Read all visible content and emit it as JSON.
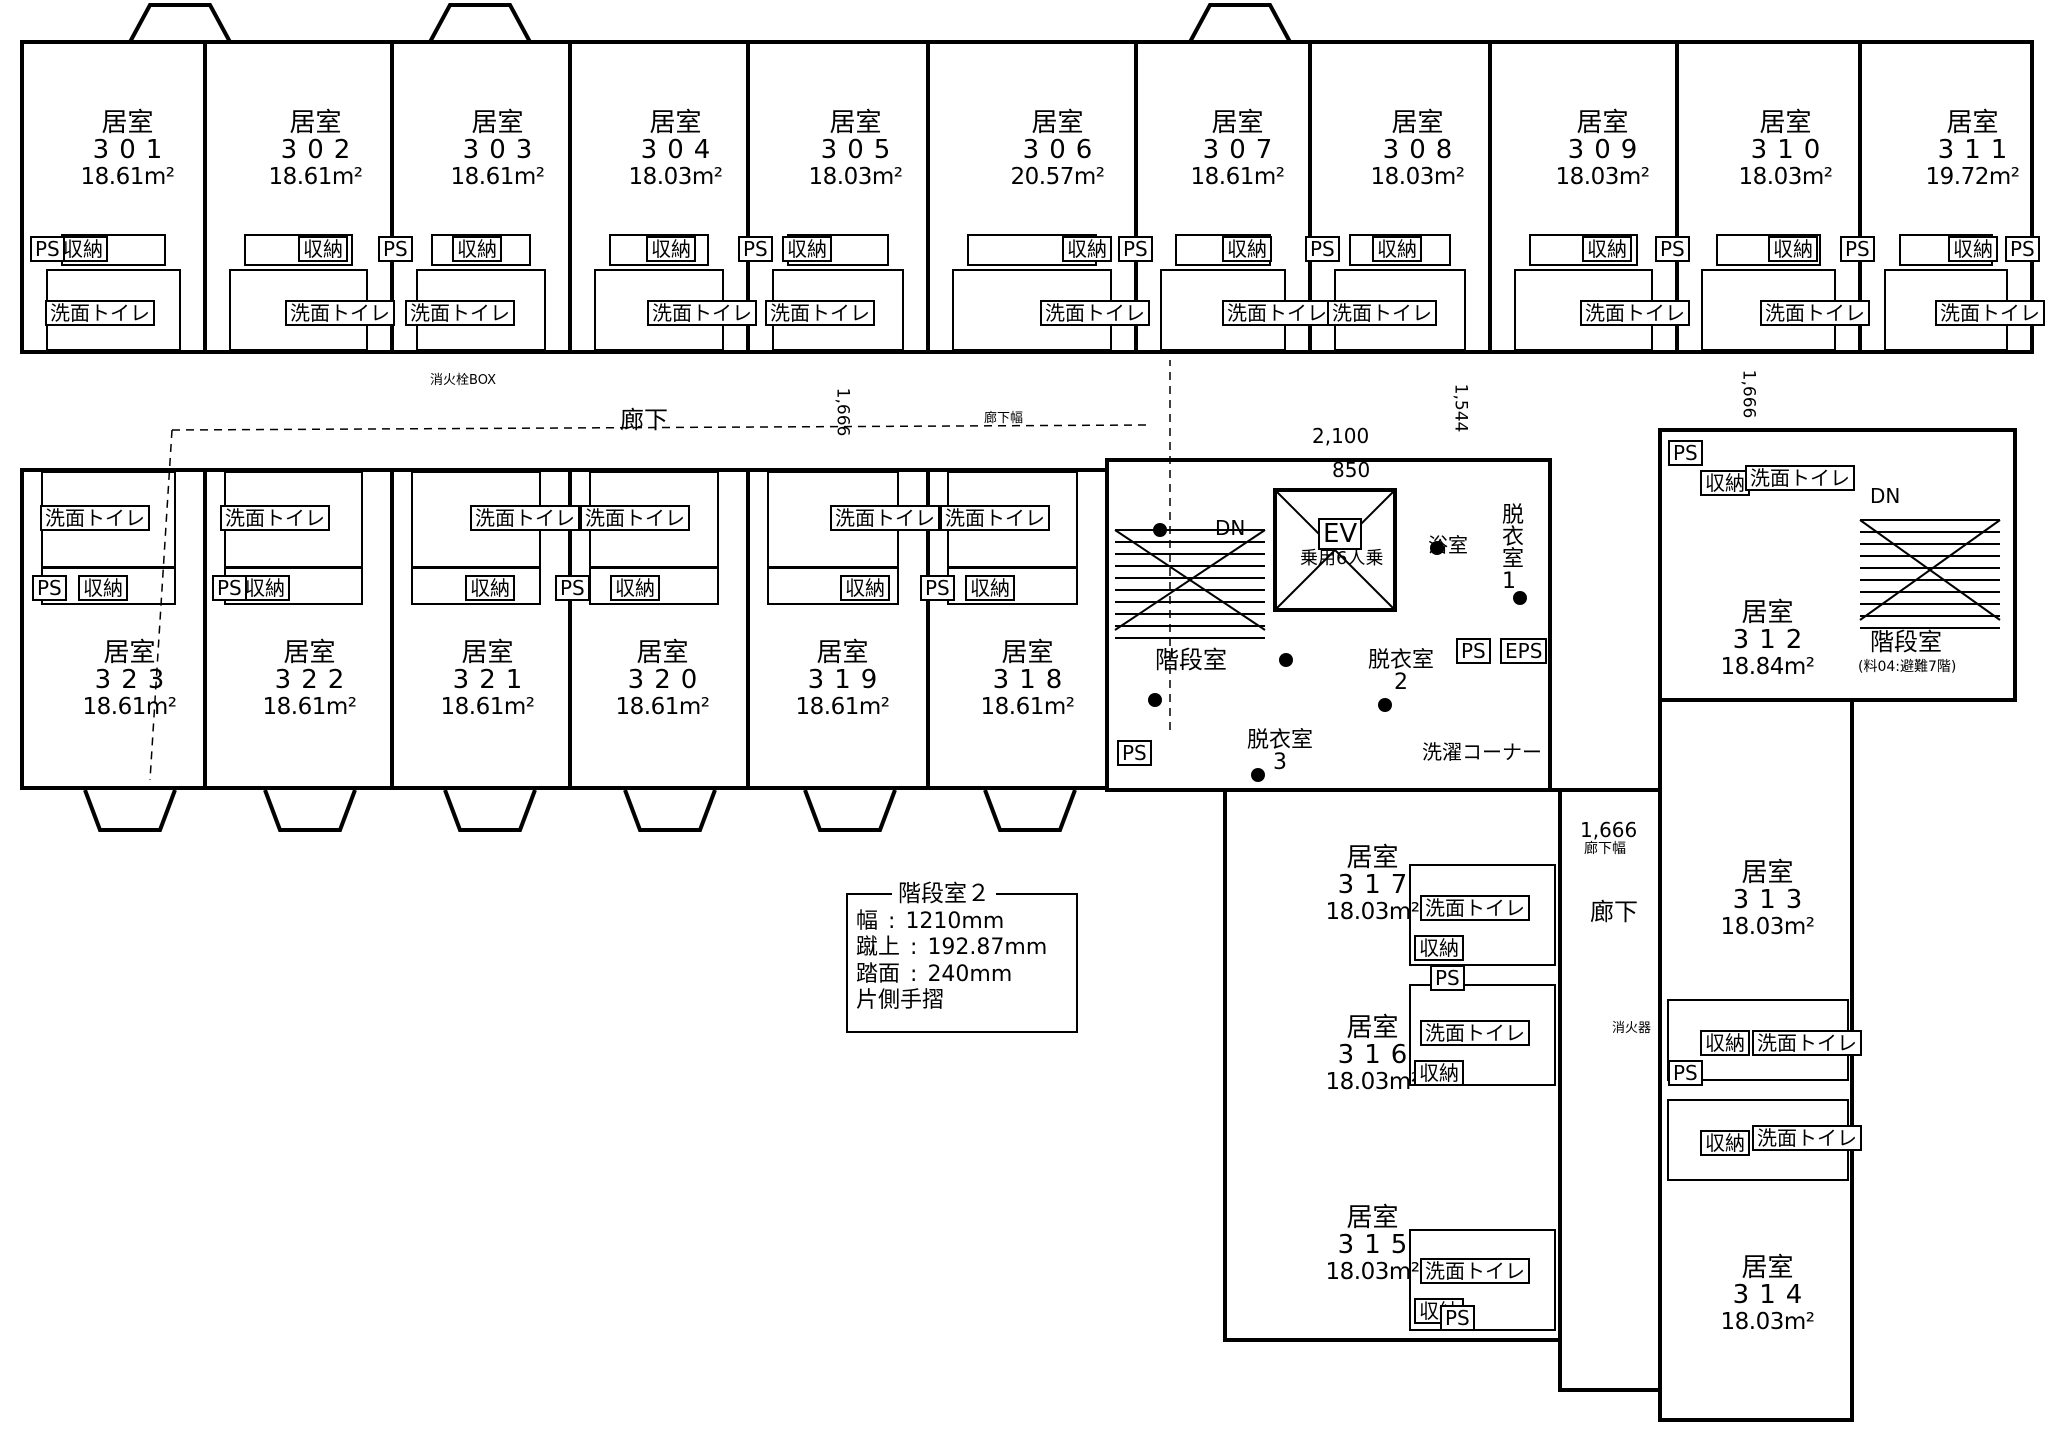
{
  "rooms": [
    {
      "title": "居室",
      "number": "301",
      "area": "18.61m²"
    },
    {
      "title": "居室",
      "number": "302",
      "area": "18.61m²"
    },
    {
      "title": "居室",
      "number": "303",
      "area": "18.61m²"
    },
    {
      "title": "居室",
      "number": "304",
      "area": "18.03m²"
    },
    {
      "title": "居室",
      "number": "305",
      "area": "18.03m²"
    },
    {
      "title": "居室",
      "number": "306",
      "area": "20.57m²"
    },
    {
      "title": "居室",
      "number": "307",
      "area": "18.61m²"
    },
    {
      "title": "居室",
      "number": "308",
      "area": "18.03m²"
    },
    {
      "title": "居室",
      "number": "309",
      "area": "18.03m²"
    },
    {
      "title": "居室",
      "number": "310",
      "area": "18.03m²"
    },
    {
      "title": "居室",
      "number": "311",
      "area": "19.72m²"
    },
    {
      "title": "居室",
      "number": "312",
      "area": "18.84m²"
    },
    {
      "title": "居室",
      "number": "313",
      "area": "18.03m²"
    },
    {
      "title": "居室",
      "number": "314",
      "area": "18.03m²"
    },
    {
      "title": "居室",
      "number": "315",
      "area": "18.03m²"
    },
    {
      "title": "居室",
      "number": "316",
      "area": "18.03m²"
    },
    {
      "title": "居室",
      "number": "317",
      "area": "18.03m²"
    },
    {
      "title": "居室",
      "number": "318",
      "area": "18.61m²"
    },
    {
      "title": "居室",
      "number": "319",
      "area": "18.61m²"
    },
    {
      "title": "居室",
      "number": "320",
      "area": "18.61m²"
    },
    {
      "title": "居室",
      "number": "321",
      "area": "18.61m²"
    },
    {
      "title": "居室",
      "number": "322",
      "area": "18.61m²"
    },
    {
      "title": "居室",
      "number": "323",
      "area": "18.61m²"
    }
  ],
  "fixtures": {
    "storage": "収納",
    "washroom_toilet": "洗面トイレ",
    "pipe_space": "PS",
    "eps": "EPS"
  },
  "labels": {
    "corridor": "廊下",
    "corridor_east": "廊下",
    "elevator": "EV",
    "elevator_sub": "乗用6人乗",
    "stair_room": "階段室",
    "stair_room_east": "階段室",
    "stair_note": "(料04:避難7階)",
    "down": "DN",
    "down_east": "DN",
    "dressing_1": "脱衣室 1",
    "dressing_2": "脱衣室 2",
    "dressing_3": "脱衣室 3",
    "bath": "浴室",
    "laundry_corner": "洗濯コーナー",
    "fire_hydrant": "消火栓BOX",
    "fire_hydrant_2": "消火器",
    "corridor_width": "廊下幅",
    "corridor_width_2": "廊下幅"
  },
  "dimensions": {
    "d1": "1,666",
    "d2": "1,544",
    "d3": "2,100",
    "d4": "850",
    "d5": "1,666",
    "d6": "1,666"
  },
  "stair_note": {
    "title": "階段室２",
    "width_label": "幅",
    "width_value": "1210mm",
    "riser_label": "蹴上",
    "riser_value": "192.87mm",
    "tread_label": "踏面",
    "tread_value": "240mm",
    "handrail": "片側手摺",
    "sep": ":"
  }
}
